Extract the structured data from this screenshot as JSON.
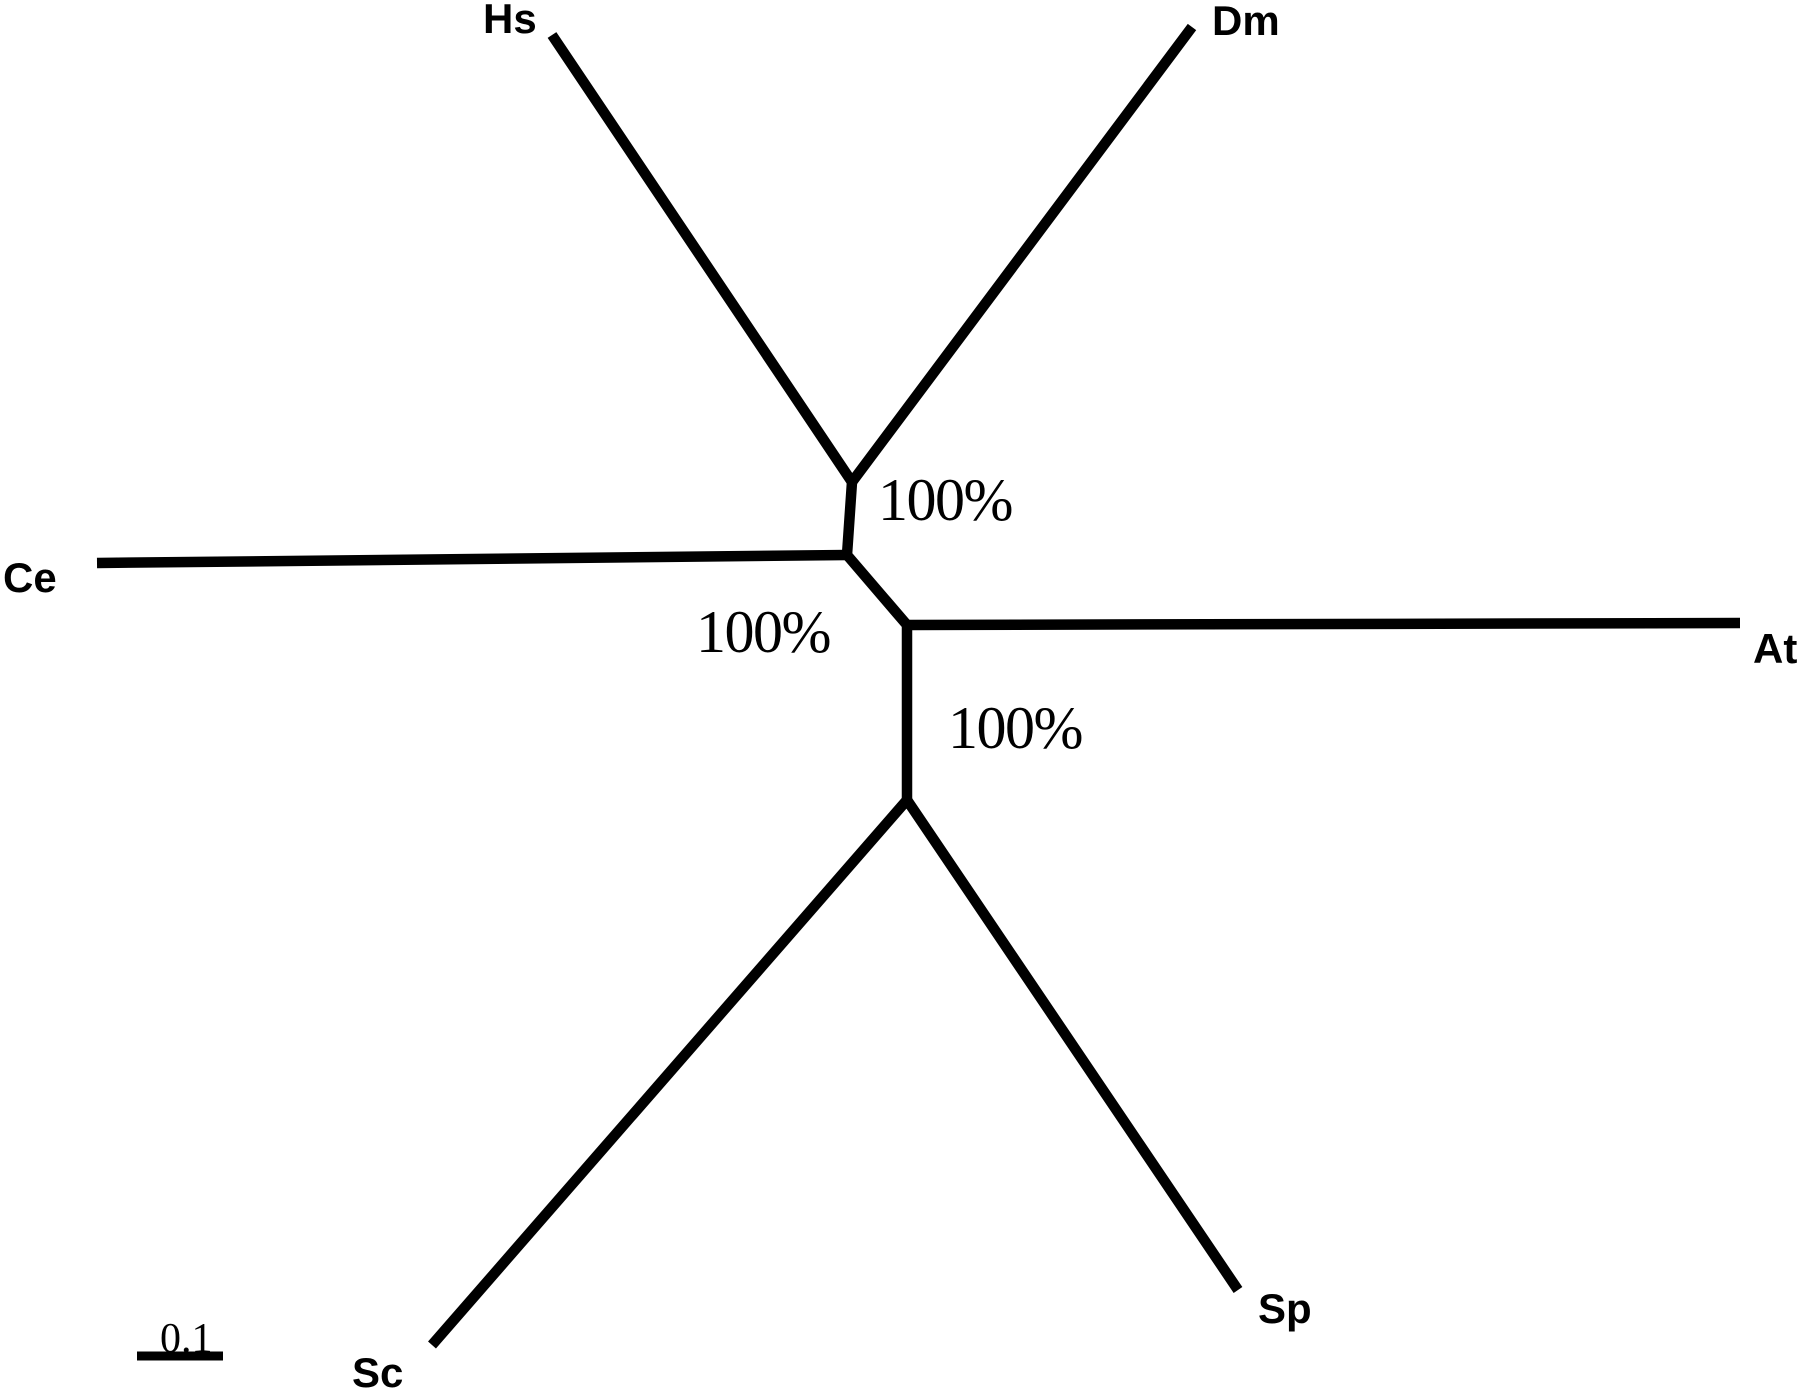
{
  "figure": {
    "kind": "unrooted phylogenetic tree",
    "background_color": "#ffffff",
    "ink_color": "#000000"
  },
  "tree": {
    "taxa": [
      {
        "id": "hs",
        "label": "Hs"
      },
      {
        "id": "dm",
        "label": "Dm"
      },
      {
        "id": "ce",
        "label": "Ce"
      },
      {
        "id": "at",
        "label": "At"
      },
      {
        "id": "sp",
        "label": "Sp"
      },
      {
        "id": "sc",
        "label": "Sc"
      }
    ],
    "bootstrap_labels": [
      {
        "value": "100%",
        "edge": "hs-dm-clade"
      },
      {
        "value": "100%",
        "edge": "central-internal-branch"
      },
      {
        "value": "100%",
        "edge": "sc-sp-clade"
      }
    ],
    "topology": "((Hs,Dm),Ce,(At,(Sc,Sp)))",
    "scale_bar": {
      "label": "0.1"
    }
  }
}
